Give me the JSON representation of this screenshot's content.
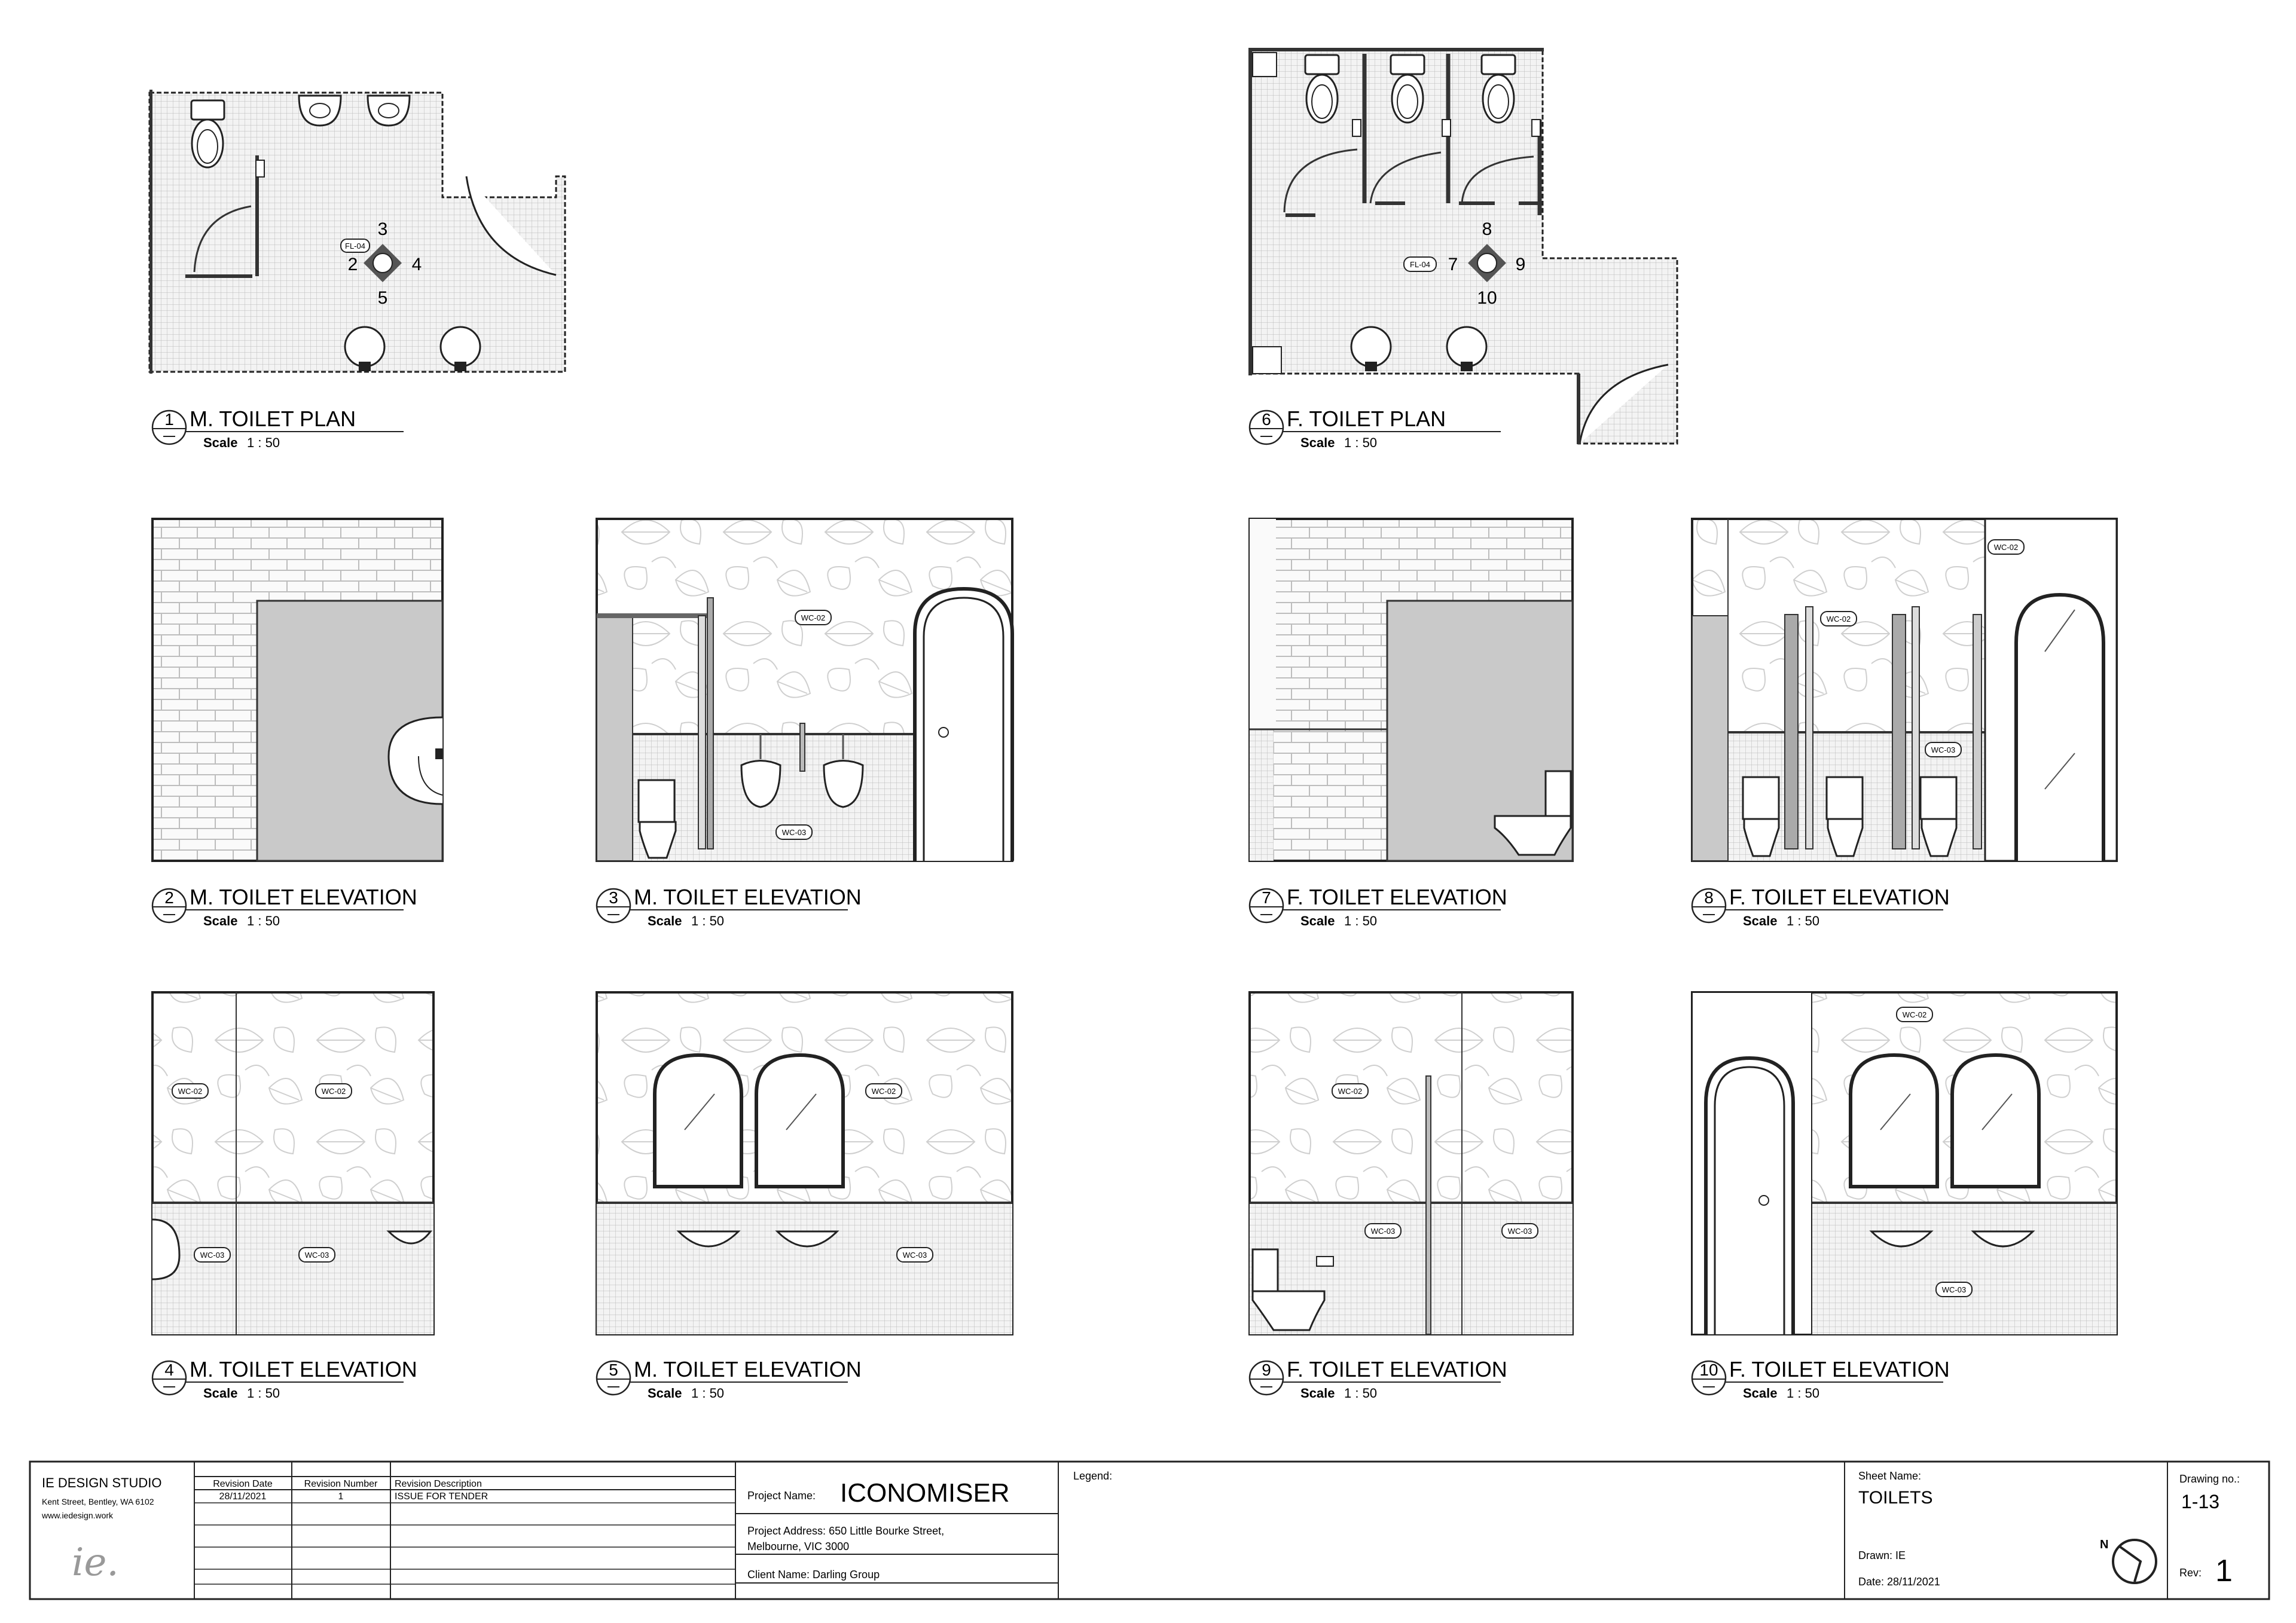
{
  "drawings": [
    {
      "num": "1",
      "title": "M. TOILET PLAN",
      "scale": "1 : 50",
      "scale_label": "Scale"
    },
    {
      "num": "6",
      "title": "F. TOILET PLAN",
      "scale": "1 : 50",
      "scale_label": "Scale"
    },
    {
      "num": "2",
      "title": "M. TOILET ELEVATION",
      "scale": "1 : 50",
      "scale_label": "Scale"
    },
    {
      "num": "3",
      "title": "M. TOILET ELEVATION",
      "scale": "1 : 50",
      "scale_label": "Scale"
    },
    {
      "num": "7",
      "title": "F. TOILET ELEVATION",
      "scale": "1 : 50",
      "scale_label": "Scale"
    },
    {
      "num": "8",
      "title": "F. TOILET ELEVATION",
      "scale": "1 : 50",
      "scale_label": "Scale"
    },
    {
      "num": "4",
      "title": "M. TOILET ELEVATION",
      "scale": "1 : 50",
      "scale_label": "Scale"
    },
    {
      "num": "5",
      "title": "M. TOILET ELEVATION",
      "scale": "1 : 50",
      "scale_label": "Scale"
    },
    {
      "num": "9",
      "title": "F. TOILET ELEVATION",
      "scale": "1 : 50",
      "scale_label": "Scale"
    },
    {
      "num": "10",
      "title": "F. TOILET ELEVATION",
      "scale": "1 : 50",
      "scale_label": "Scale"
    }
  ],
  "plan_markers": {
    "m": {
      "tag": "FL-04",
      "top": "3",
      "left": "2",
      "right": "4",
      "bottom": "5"
    },
    "f": {
      "tag": "FL-04",
      "top": "8",
      "left": "7",
      "right": "9",
      "bottom": "10"
    }
  },
  "finish_tags": {
    "wallpaper": "WC-02",
    "tile": "WC-03"
  },
  "title_block": {
    "studio_name": "IE DESIGN STUDIO",
    "studio_address": "Kent Street, Bentley, WA 6102",
    "studio_web": "www.iedesign.work",
    "studio_logo": "ie.",
    "rev_headers": [
      "Revision Date",
      "Revision Number",
      "Revision Description"
    ],
    "rev_rows": [
      [
        "28/11/2021",
        "1",
        "ISSUE FOR TENDER"
      ]
    ],
    "project_name_label": "Project Name:",
    "project_name": "ICONOMISER",
    "project_address_line1": "Project Address: 650 Little Bourke Street,",
    "project_address_line2": "Melbourne, VIC 3000",
    "client": "Client Name: Darling Group",
    "legend_label": "Legend:",
    "sheet_name_label": "Sheet Name:",
    "sheet_name": "TOILETS",
    "drawn": "Drawn:  IE",
    "date": "Date:  28/11/2021",
    "north_label": "N",
    "drawing_no_label": "Drawing no.:",
    "drawing_no": "1-13",
    "rev_label": "Rev:",
    "rev_value": "1"
  }
}
